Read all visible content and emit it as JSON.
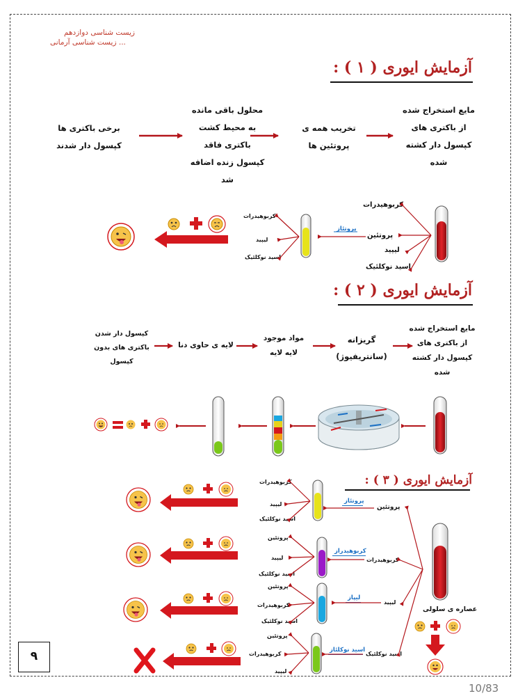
{
  "header": {
    "line1": "زیست شناسی دوازدهم",
    "line2": "زیست شناسی آرمانی ..."
  },
  "exp1": {
    "title": "آزمایش ایوری ( ۱ ) :",
    "step1": [
      "مایع استخراج شده",
      "از باکتری های",
      "کپسول دار کشته",
      "شده"
    ],
    "step2": [
      "تخریب همه ی",
      "پروتئین ها"
    ],
    "step3": [
      "محلول باقی مانده",
      "به محیط کشت",
      "باکتری فاقد",
      "کپسول زنده اضافه",
      "شد"
    ],
    "step4": [
      "برخی باکتری ها",
      "کپسول دار شدند"
    ],
    "comp_big": [
      "کربوهیدرات",
      "پروتئین",
      "لیپید",
      "اسید نوکلئیک"
    ],
    "enzyme": "پروتئاز",
    "comp_small": [
      "کربوهیدرات",
      "لیپید",
      "اسید نوکلئیک"
    ]
  },
  "exp2": {
    "title": "آزمایش ایوری ( ۲ ) :",
    "step1": [
      "مایع استخراج شده",
      "از باکتری های",
      "کپسول دار کشته",
      "شده"
    ],
    "step2": [
      "گریزانه",
      "(سانتریفیوژ)"
    ],
    "step3": [
      "مواد موجود",
      "لایه لایه"
    ],
    "step4": "لایه ی حاوی دنا",
    "step5": [
      "کپسول دار شدن",
      "باکتری های بدون",
      "کپسول"
    ]
  },
  "exp3": {
    "title": "آزمایش ایوری ( ۳ ) :",
    "sources": [
      "پروتئین",
      "کربوهیدرات",
      "لیپید",
      "اسید نوکلئیک"
    ],
    "enzymes": [
      "پروتئاز",
      "کربوهیدراز",
      "لیپاز",
      "اسید نوکلئاز"
    ],
    "groups": [
      [
        "کربوهیدرات",
        "لیپید",
        "اسید نوکلئیک"
      ],
      [
        "پروتئین",
        "لیپید",
        "اسید نوکلئیک"
      ],
      [
        "پروتئین",
        "کربوهیدرات",
        "اسید نوکلئیک"
      ],
      [
        "پروتئین",
        "کربوهیدرات",
        "لیپید"
      ]
    ],
    "extract_label": "عصاره ی سلولی"
  },
  "colors": {
    "accent_red": "#c0161b",
    "enzyme_blue": "#1a6fc4",
    "title_red": "#b22222",
    "smiley_yellow": "#f6c34a"
  },
  "footer": {
    "page_number": "۹",
    "page_counter": "10/83"
  }
}
